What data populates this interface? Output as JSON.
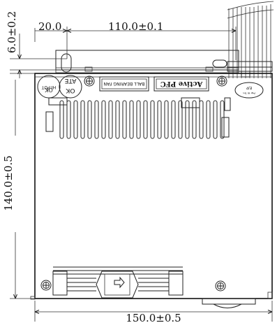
{
  "dimensions": {
    "top_height": "6.0±0.2",
    "left_offset": "20.0",
    "hole_spacing": "110.0±0.1",
    "body_height": "140.0±0.5",
    "body_width": "150.0±0.5"
  },
  "labels": {
    "hipot_top": "HI-POT",
    "hipot_bottom": "OK",
    "ate_top": "ATE",
    "ate_bottom": "OK",
    "fan": "BALL BEARING FAN",
    "pfc": "Active PFC",
    "logo_line1": "E/P",
    "logo_line2": "Pwr Hi Trn"
  },
  "colors": {
    "line": "#222222",
    "background": "#ffffff"
  }
}
